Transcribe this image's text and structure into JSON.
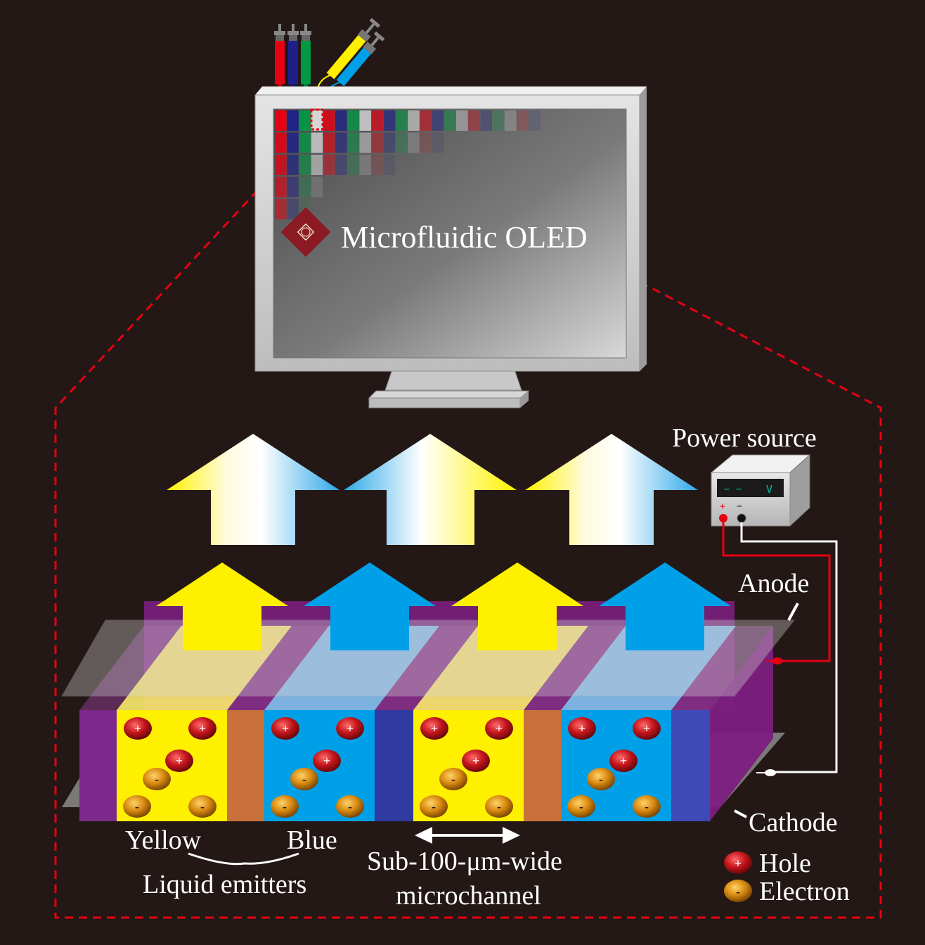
{
  "colors": {
    "background": "#231815",
    "yellow": "#fff000",
    "blue": "#00a0e9",
    "purple": "#7b1f7e",
    "orange_separator": "#c8713b",
    "hole": "#c4161c",
    "electron": "#d98a10",
    "wire_anode": "#e60012",
    "wire_cathode": "#ffffff",
    "dashed_outline": "#e60012",
    "logo": "#8b1a24"
  },
  "icons": {
    "syringes": "syringe-icon",
    "monitor": "monitor-icon",
    "power_source": "power-supply-icon",
    "logo": "university-seal-icon"
  },
  "monitor": {
    "screen_title": "Microfluidic OLED"
  },
  "power_source": {
    "label": "Power source",
    "display_left": "− −",
    "display_unit": "V",
    "plus_symbol": "+",
    "minus_symbol": "−"
  },
  "labels": {
    "anode": "Anode",
    "cathode": "Cathode",
    "yellow": "Yellow",
    "blue": "Blue",
    "liquid_emitters": "Liquid emitters",
    "channel_line1": "Sub-100-μm-wide",
    "channel_line2": "microchannel"
  },
  "legend": {
    "hole_label": "Hole",
    "hole_symbol": "+",
    "electron_label": "Electron",
    "electron_symbol": "-"
  }
}
